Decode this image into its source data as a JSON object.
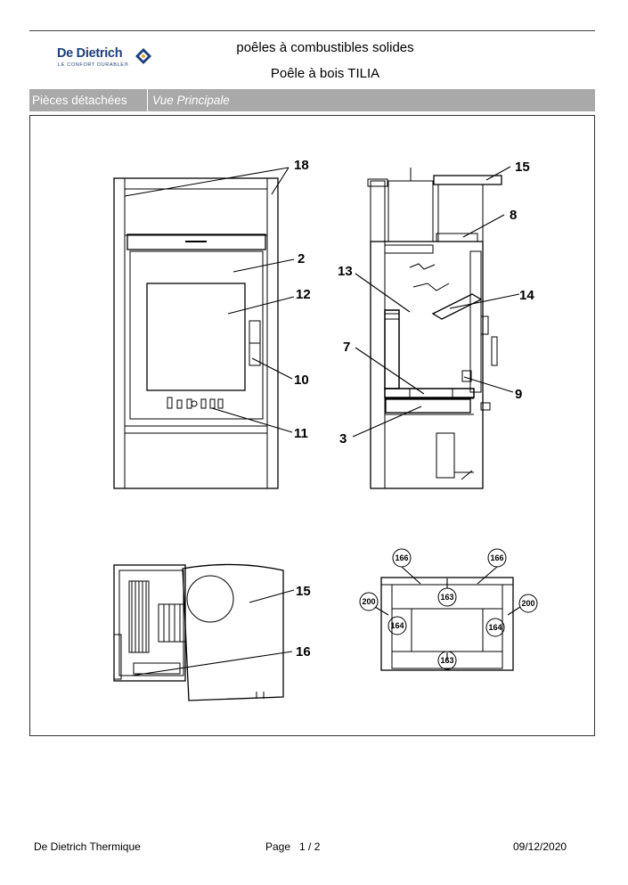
{
  "header": {
    "brand_name": "De Dietrich",
    "brand_tagline": "LE CONFORT DURABLE®",
    "category": "poêles à combustibles solides",
    "model": "Poêle à bois TILIA"
  },
  "section_bar": {
    "section": "Pièces détachées",
    "view": "Vue Principale"
  },
  "part_labels": {
    "p18": "18",
    "p15": "15",
    "p8": "8",
    "p2": "2",
    "p12": "12",
    "p13": "13",
    "p14": "14",
    "p7": "7",
    "p10": "10",
    "p9": "9",
    "p11": "11",
    "p3": "3",
    "p15b": "15",
    "p16": "16",
    "p166a": "166",
    "p166b": "166",
    "p163a": "163",
    "p163b": "163",
    "p200a": "200",
    "p200b": "200",
    "p164a": "164",
    "p164b": "164"
  },
  "footer": {
    "company": "De Dietrich Thermique",
    "page_word": "Page",
    "page_info": "1 / 2",
    "date": "09/12/2020"
  }
}
